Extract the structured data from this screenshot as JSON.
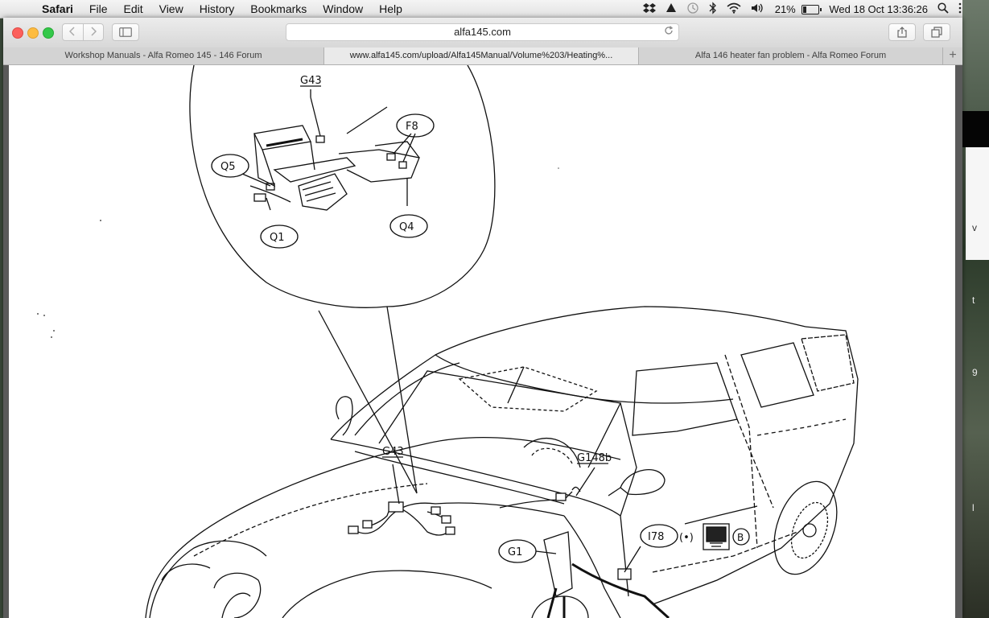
{
  "menubar": {
    "app_name": "Safari",
    "menus": [
      "File",
      "Edit",
      "View",
      "History",
      "Bookmarks",
      "Window",
      "Help"
    ],
    "battery_percent": "21%",
    "datetime": "Wed 18 Oct  13:36:26"
  },
  "browser": {
    "address": "alfa145.com",
    "tabs": [
      {
        "label": "Workshop Manuals - Alfa Romeo 145 - 146 Forum",
        "active": false
      },
      {
        "label": "www.alfa145.com/upload/Alfa145Manual/Volume%203/Heating%...",
        "active": true
      },
      {
        "label": "Alfa 146 heater fan problem - Alfa Romeo Forum",
        "active": false
      }
    ]
  },
  "diagram": {
    "labels": {
      "g43_top": "G43",
      "f8": "F8",
      "q5": "Q5",
      "q4": "Q4",
      "q1": "Q1",
      "g43_bottom": "G43",
      "g148b": "G148b",
      "g1": "G1",
      "i78": "I78",
      "bullet": "(•)",
      "b": "B"
    }
  },
  "desktop": {
    "edge_letters": [
      "v",
      "t",
      "9",
      "l"
    ]
  }
}
